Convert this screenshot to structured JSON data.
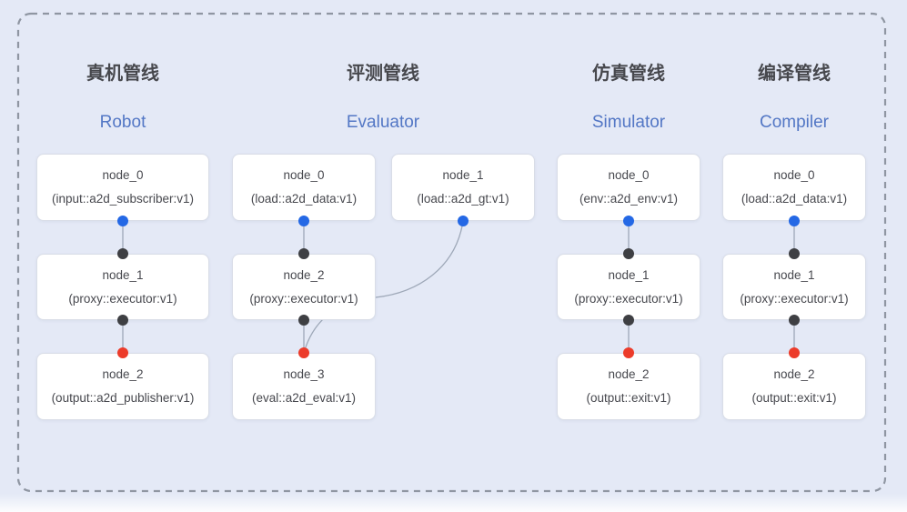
{
  "colors": {
    "background": "#e4e9f6",
    "dashed_border": "#8f96a2",
    "title_text": "#47484d",
    "subtitle_text": "#5377c5",
    "node_background": "#ffffff",
    "node_border": "#d9dde7",
    "node_text": "#47484e",
    "edge_line": "#9ea8b8",
    "input_port_dot": "#2468e5",
    "mid_port_dot": "#3e3f43",
    "output_port_dot": "#ec3b2a"
  },
  "pipelines": [
    {
      "id": "robot",
      "title": "真机管线",
      "subtitle": "Robot",
      "nodes": [
        {
          "name": "node_0",
          "type": "(input::a2d_subscriber:v1)"
        },
        {
          "name": "node_1",
          "type": "(proxy::executor:v1)"
        },
        {
          "name": "node_2",
          "type": "(output::a2d_publisher:v1)"
        }
      ]
    },
    {
      "id": "evaluator",
      "title": "评测管线",
      "subtitle": "Evaluator",
      "nodes": [
        {
          "name": "node_0",
          "type": "(load::a2d_data:v1)"
        },
        {
          "name": "node_1",
          "type": "(load::a2d_gt:v1)"
        },
        {
          "name": "node_2",
          "type": "(proxy::executor:v1)"
        },
        {
          "name": "node_3",
          "type": "(eval::a2d_eval:v1)"
        }
      ]
    },
    {
      "id": "simulator",
      "title": "仿真管线",
      "subtitle": "Simulator",
      "nodes": [
        {
          "name": "node_0",
          "type": "(env::a2d_env:v1)"
        },
        {
          "name": "node_1",
          "type": "(proxy::executor:v1)"
        },
        {
          "name": "node_2",
          "type": "(output::exit:v1)"
        }
      ]
    },
    {
      "id": "compiler",
      "title": "编译管线",
      "subtitle": "Compiler",
      "nodes": [
        {
          "name": "node_0",
          "type": "(load::a2d_data:v1)"
        },
        {
          "name": "node_1",
          "type": "(proxy::executor:v1)"
        },
        {
          "name": "node_2",
          "type": "(output::exit:v1)"
        }
      ]
    }
  ]
}
